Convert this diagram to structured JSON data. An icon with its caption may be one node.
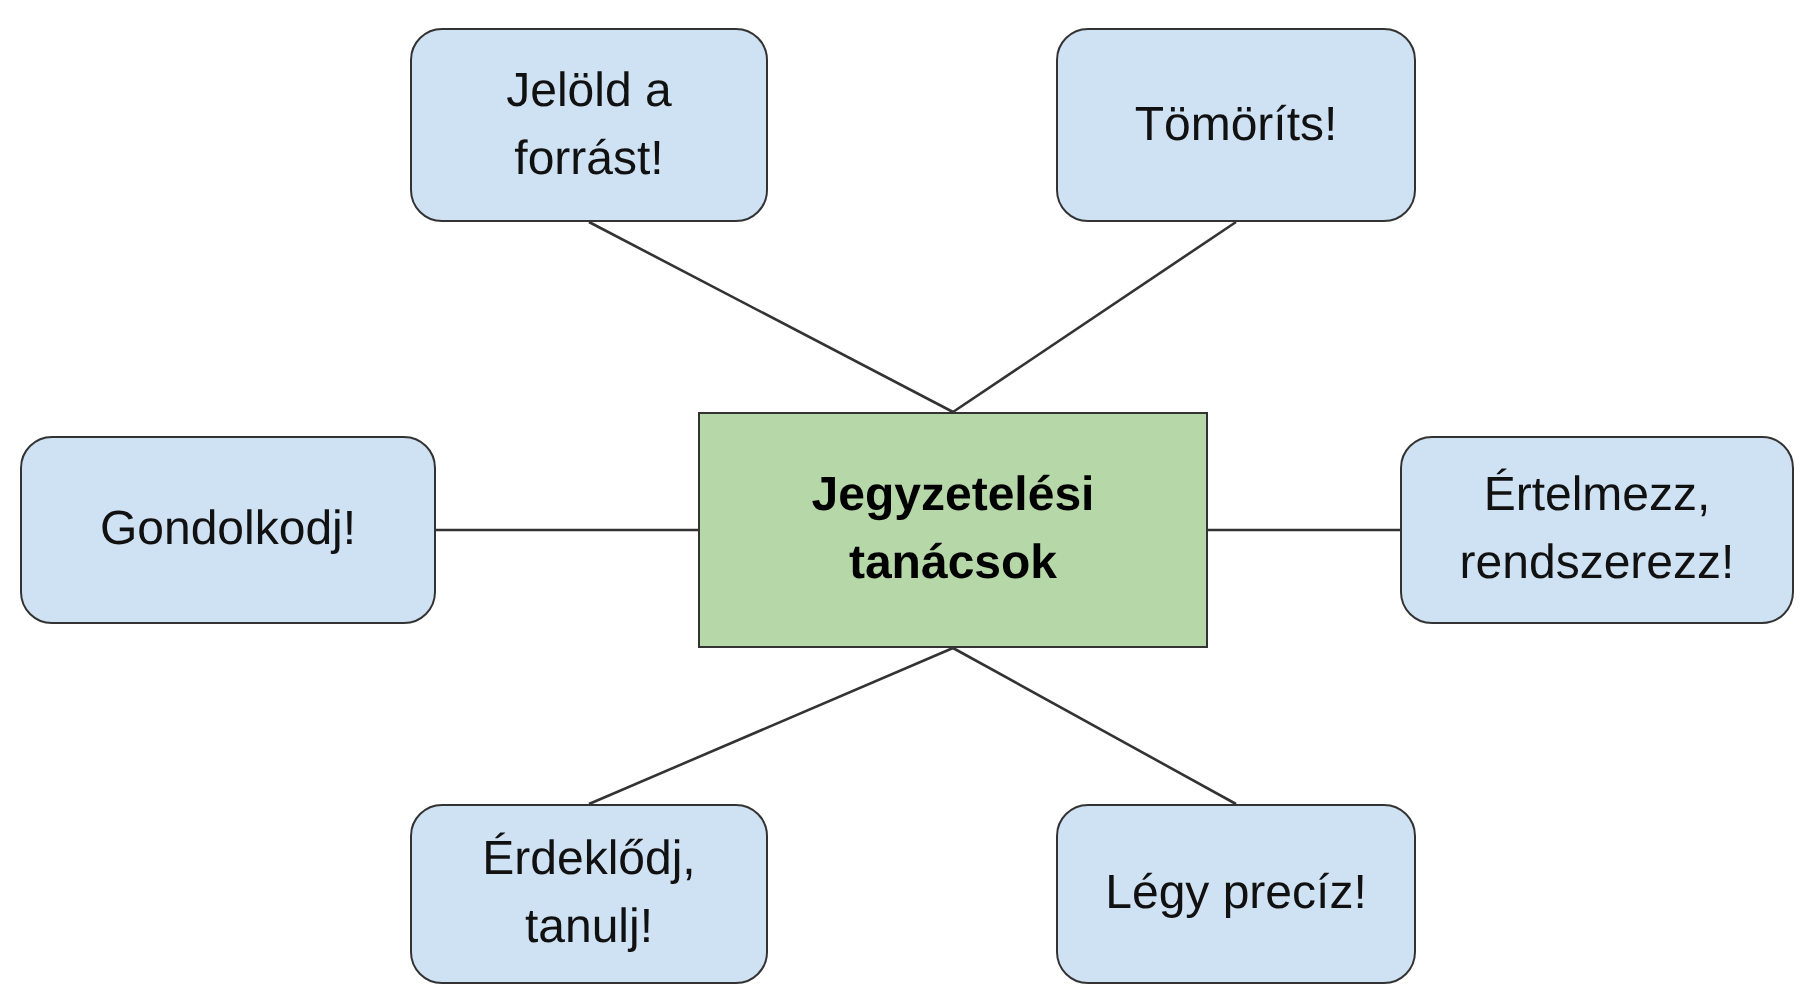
{
  "diagram": {
    "nodes": [
      {
        "text": [
          "Jelöld a forrást!"
        ]
      },
      {
        "text": [
          "Tömöríts!"
        ]
      },
      {
        "text": [
          "Gondolkodj!"
        ]
      },
      {
        "text": [
          "Jegyzetelési tanácsok"
        ]
      },
      {
        "text": [
          "Értelmezz, rendszerezz!"
        ]
      },
      {
        "text": [
          "Érdeklődj, tanulj!"
        ]
      },
      {
        "text": [
          "Légy precíz!"
        ]
      }
    ],
    "edges": [
      {
        "from": 3,
        "to": 0,
        "arrow": "none"
      },
      {
        "from": 3,
        "to": 1,
        "arrow": "none"
      },
      {
        "from": 3,
        "to": 2,
        "arrow": "none"
      },
      {
        "from": 3,
        "to": 4,
        "arrow": "none"
      },
      {
        "from": 3,
        "to": 5,
        "arrow": "none"
      },
      {
        "from": 3,
        "to": 6,
        "arrow": "none"
      }
    ]
  }
}
